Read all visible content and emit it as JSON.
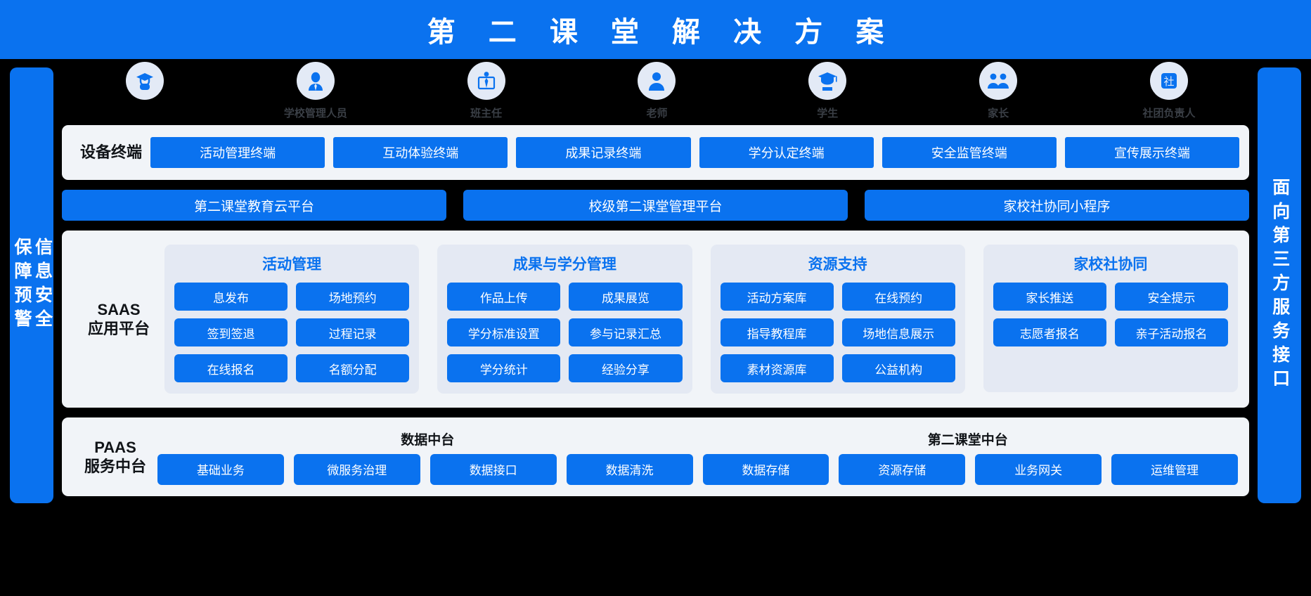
{
  "header": {
    "title": "第 二 课 堂 解 决 方 案",
    "bg_color": "#0a72ef",
    "text_color": "#ffffff"
  },
  "rails": {
    "left": {
      "text": "信息安全\n保障预警"
    },
    "right": {
      "text": "面向第三方服务接口"
    }
  },
  "roles": [
    {
      "label": "",
      "icon": "graduate-cap-user-icon"
    },
    {
      "label": "学校管理人员",
      "icon": "admin-person-icon"
    },
    {
      "label": "班主任",
      "icon": "teacher-at-board-icon"
    },
    {
      "label": "老师",
      "icon": "person-circle-icon"
    },
    {
      "label": "学生",
      "icon": "student-cap-icon"
    },
    {
      "label": "家长",
      "icon": "parents-group-icon"
    },
    {
      "label": "社团负责人",
      "icon": "club-badge-icon"
    }
  ],
  "devices": {
    "label": "设备终端",
    "items": [
      "活动管理终端",
      "互动体验终端",
      "成果记录终端",
      "学分认定终端",
      "安全监管终端",
      "宣传展示终端"
    ]
  },
  "platforms": [
    "第二课堂教育云平台",
    "校级第二课堂管理平台",
    "家校社协同小程序"
  ],
  "saas": {
    "label": "SAAS\n应用平台",
    "cards": [
      {
        "title": "活动管理",
        "items": [
          "息发布",
          "场地预约",
          "签到签退",
          "过程记录",
          "在线报名",
          "名额分配"
        ]
      },
      {
        "title": "成果与学分管理",
        "items": [
          "作品上传",
          "成果展览",
          "学分标准设置",
          "参与记录汇总",
          "学分统计",
          "经验分享"
        ]
      },
      {
        "title": "资源支持",
        "items": [
          "活动方案库",
          "在线预约",
          "指导教程库",
          "场地信息展示",
          "素材资源库",
          "公益机构"
        ]
      },
      {
        "title": "家校社协同",
        "items": [
          "家长推送",
          "安全提示",
          "志愿者报名",
          "亲子活动报名"
        ]
      }
    ]
  },
  "paas": {
    "label": "PAAS\n服务中台",
    "middle_titles": [
      "数据中台",
      "第二课堂中台"
    ],
    "items": [
      "基础业务",
      "微服务治理",
      "数据接口",
      "数据清洗",
      "数据存储",
      "资源存储",
      "业务网关",
      "运维管理"
    ]
  },
  "colors": {
    "brand_blue": "#0a72ef",
    "panel_bg": "#f1f4f8",
    "card_bg": "#e4e9f3",
    "page_bg": "#000000",
    "icon_circle": "#e3eaf6"
  }
}
